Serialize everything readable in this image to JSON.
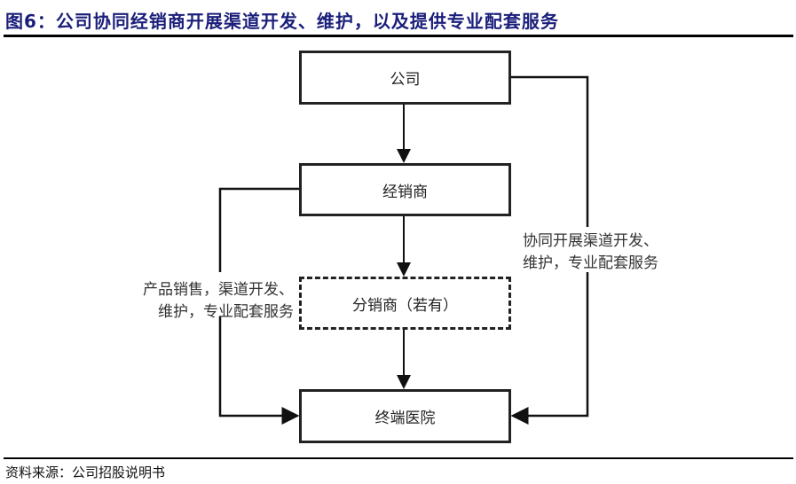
{
  "title": "图6：公司协同经销商开展渠道开发、维护，以及提供专业配套服务",
  "nodes": {
    "company": "公司",
    "distributor": "经销商",
    "sub_distributor": "分销商（若有）",
    "hospital": "终端医院"
  },
  "labels": {
    "left": [
      "产品销售，渠道开发、",
      "维护，专业配套服务"
    ],
    "right": [
      "协同开展渠道开发、",
      "维护，专业配套服务"
    ]
  },
  "footer": "资料来源：公司招股说明书"
}
